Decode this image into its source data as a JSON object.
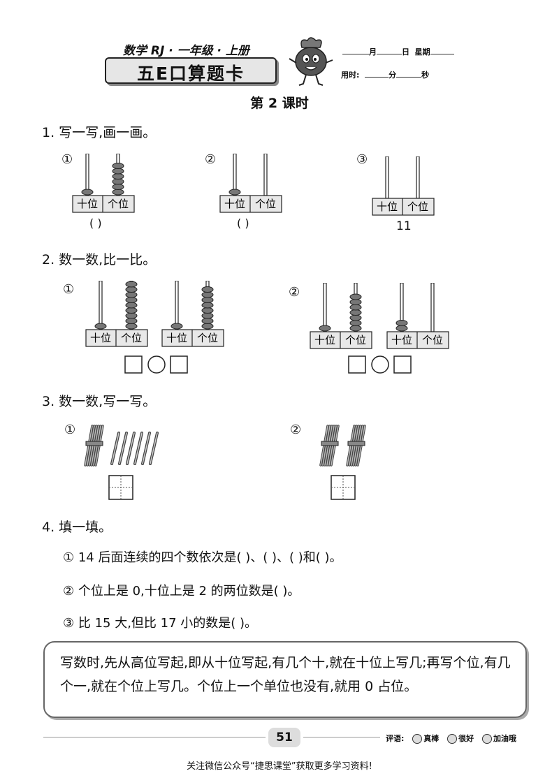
{
  "header": {
    "subject": "数学 RJ · 一年级 · 上册",
    "banner": "五E口算题卡",
    "month": "月",
    "day": "日",
    "weekday": "星期",
    "time_label": "用时:",
    "minute": "分",
    "second": "秒"
  },
  "lesson": "第 2 课时",
  "abacus_labels": {
    "tens": "十位",
    "ones": "个位"
  },
  "q1": {
    "title": "1. 写一写,画一画。",
    "items": [
      {
        "num": "①",
        "paren": "(     )",
        "tens": 1,
        "ones": 6
      },
      {
        "num": "②",
        "paren": "(     )",
        "tens": 1,
        "ones": 0
      },
      {
        "num": "③",
        "value": "11",
        "tens": 0,
        "ones": 0
      }
    ]
  },
  "q2": {
    "title": "2. 数一数,比一比。",
    "items": [
      {
        "num": "①",
        "left": {
          "tens": 1,
          "ones": 9
        },
        "right": {
          "tens": 1,
          "ones": 8
        }
      },
      {
        "num": "②",
        "left": {
          "tens": 1,
          "ones": 7
        },
        "right": {
          "tens": 2,
          "ones": 0
        }
      }
    ]
  },
  "q3": {
    "title": "3. 数一数,写一写。",
    "items": [
      {
        "num": "①",
        "bundles": 1,
        "singles": 6
      },
      {
        "num": "②",
        "bundles": 2,
        "singles": 0
      }
    ]
  },
  "q4": {
    "title": "4. 填一填。",
    "lines": [
      "① 14 后面连续的四个数依次是(        )、(        )、(        )和(        )。",
      "② 个位上是 0,十位上是 2 的两位数是(        )。",
      "③ 比 15 大,但比 17 小的数是(        )。"
    ]
  },
  "tip": "写数时,先从高位写起,即从十位写起,有几个十,就在十位上写几;再写个位,有几个一,就在个位上写几。个位上一个单位也没有,就用 0 占位。",
  "footer": {
    "page": "51",
    "comment_label": "评语:",
    "ratings": [
      "真棒",
      "很好",
      "加油哦"
    ],
    "note": "关注微信公众号“捷思课堂”获取更多学习资料!"
  }
}
